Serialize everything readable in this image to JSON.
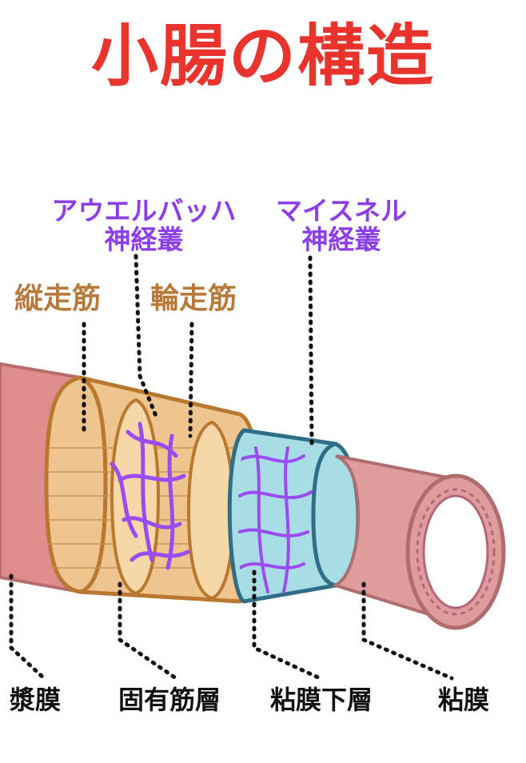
{
  "title": "小腸の構造",
  "labels": {
    "auerbach_1": "アウエルバッハ",
    "auerbach_2": "神経叢",
    "meissner_1": "マイスネル",
    "meissner_2": "神経叢",
    "longitudinal": "縦走筋",
    "circular": "輪走筋",
    "serosa": "漿膜",
    "muscularis": "固有筋層",
    "submucosa": "粘膜下層",
    "mucosa": "粘膜"
  },
  "colors": {
    "title": "#e8342c",
    "nerve_label": "#8c3fe8",
    "muscle_label": "#b77a3a",
    "serosa": "#df8c8c",
    "serosa_dark": "#b96c6c",
    "muscle": "#efc58f",
    "muscle_rim": "#b8782f",
    "ring": "#f5d7a8",
    "nerve": "#9a4cf2",
    "submucosa": "#a8dde6",
    "submucosa_rim": "#2f6e86",
    "mucosa": "#df9c9c",
    "mucosa_rim": "#b06d6d",
    "mucosa_wave": "#b5677a"
  }
}
